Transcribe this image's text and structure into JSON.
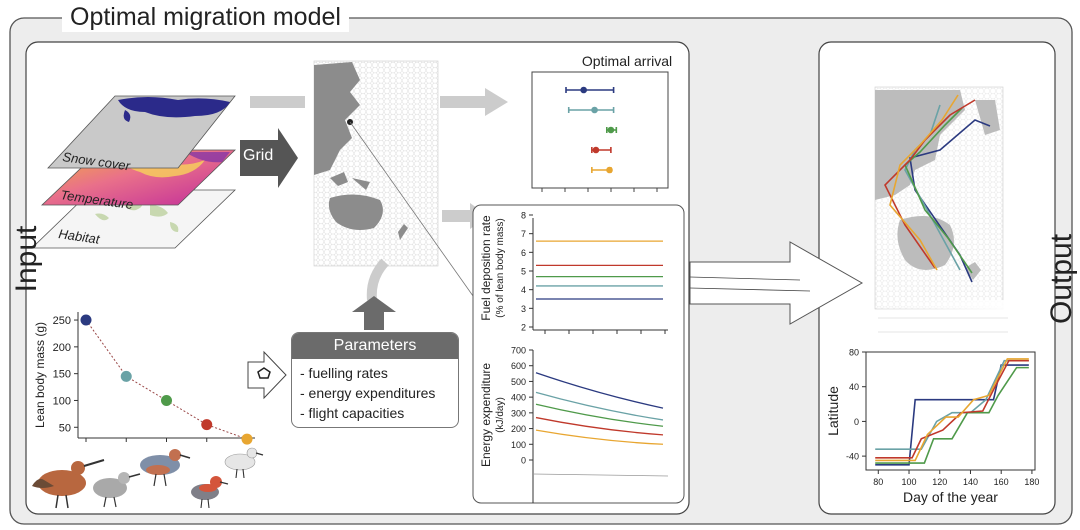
{
  "title": "Optimal migration model",
  "side_labels": {
    "input": "Input",
    "output": "Output"
  },
  "layers": [
    "Snow cover",
    "Temperature",
    "Habitat"
  ],
  "grid_label": "Grid",
  "parameters": {
    "header": "Parameters",
    "items": [
      "- fuelling rates",
      "- energy expenditures",
      "- flight capacities"
    ]
  },
  "series_colors": [
    "#2b3a80",
    "#6aa2a6",
    "#4f9a4a",
    "#c0392b",
    "#e8a631"
  ],
  "chart_data": [
    {
      "id": "lean-body-mass",
      "type": "scatter",
      "title": "",
      "xlabel": "",
      "ylabel": "Lean body mass (g)",
      "yticks": [
        50,
        100,
        150,
        200,
        250
      ],
      "ylim": [
        30,
        265
      ],
      "x": [
        1,
        2,
        3,
        4,
        5
      ],
      "values": [
        250,
        145,
        100,
        55,
        28
      ]
    },
    {
      "id": "optimal-arrival",
      "type": "scatter",
      "title": "Optimal arrival",
      "series": [
        {
          "mean": 0.38,
          "lo": 0.25,
          "hi": 0.6
        },
        {
          "mean": 0.46,
          "lo": 0.27,
          "hi": 0.6
        },
        {
          "mean": 0.58,
          "lo": 0.55,
          "hi": 0.62
        },
        {
          "mean": 0.47,
          "lo": 0.44,
          "hi": 0.58
        },
        {
          "mean": 0.57,
          "lo": 0.44,
          "hi": 0.58
        }
      ]
    },
    {
      "id": "fuel-deposition",
      "type": "line",
      "ylabel": "Fuel deposition rate",
      "ylabel2": "(% of lean body mass)",
      "yticks": [
        "2",
        "3",
        "4",
        "5",
        "6",
        "7",
        "8"
      ],
      "ylim": [
        2,
        8
      ],
      "series": [
        {
          "values": [
            6.6,
            6.6
          ]
        },
        {
          "values": [
            5.3,
            5.3
          ]
        },
        {
          "values": [
            4.7,
            4.7
          ]
        },
        {
          "values": [
            4.2,
            4.2
          ]
        },
        {
          "values": [
            3.5,
            3.5
          ]
        }
      ]
    },
    {
      "id": "energy-expenditure",
      "type": "line",
      "ylabel": "Energy expenditure",
      "ylabel2": "(kJ/day)",
      "yticks": [
        "0",
        "100",
        "200",
        "300",
        "400",
        "500",
        "600",
        "700"
      ],
      "ylim": [
        0,
        700
      ],
      "series": [
        {
          "values": [
            555,
            330
          ]
        },
        {
          "values": [
            430,
            255
          ]
        },
        {
          "values": [
            355,
            215
          ]
        },
        {
          "values": [
            270,
            160
          ]
        },
        {
          "values": [
            190,
            100
          ]
        }
      ]
    },
    {
      "id": "latitude",
      "type": "line",
      "xlabel": "Day of the year",
      "ylabel": "Latitude",
      "xticks": [
        "80",
        "100",
        "120",
        "140",
        "160",
        "180"
      ],
      "yticks": [
        "-40",
        "0",
        "40",
        "80"
      ],
      "xlim": [
        72,
        182
      ],
      "ylim": [
        -56,
        80
      ],
      "series": [
        {
          "x": [
            78,
            100,
            104,
            155,
            160,
            178
          ],
          "y": [
            -50,
            -50,
            25,
            25,
            65,
            65
          ]
        },
        {
          "x": [
            78,
            108,
            118,
            128,
            140,
            150,
            162,
            178
          ],
          "y": [
            -32,
            -32,
            0,
            10,
            10,
            25,
            70,
            70
          ]
        },
        {
          "x": [
            78,
            110,
            116,
            128,
            138,
            152,
            158,
            170,
            178
          ],
          "y": [
            -48,
            -48,
            -20,
            -20,
            10,
            10,
            30,
            62,
            62
          ]
        },
        {
          "x": [
            78,
            102,
            108,
            122,
            134,
            148,
            156,
            165,
            178
          ],
          "y": [
            -42,
            -42,
            -20,
            -10,
            10,
            12,
            40,
            70,
            70
          ]
        },
        {
          "x": [
            78,
            104,
            112,
            124,
            132,
            142,
            152,
            164,
            178
          ],
          "y": [
            -45,
            -45,
            -15,
            5,
            5,
            25,
            30,
            72,
            72
          ]
        }
      ]
    }
  ]
}
